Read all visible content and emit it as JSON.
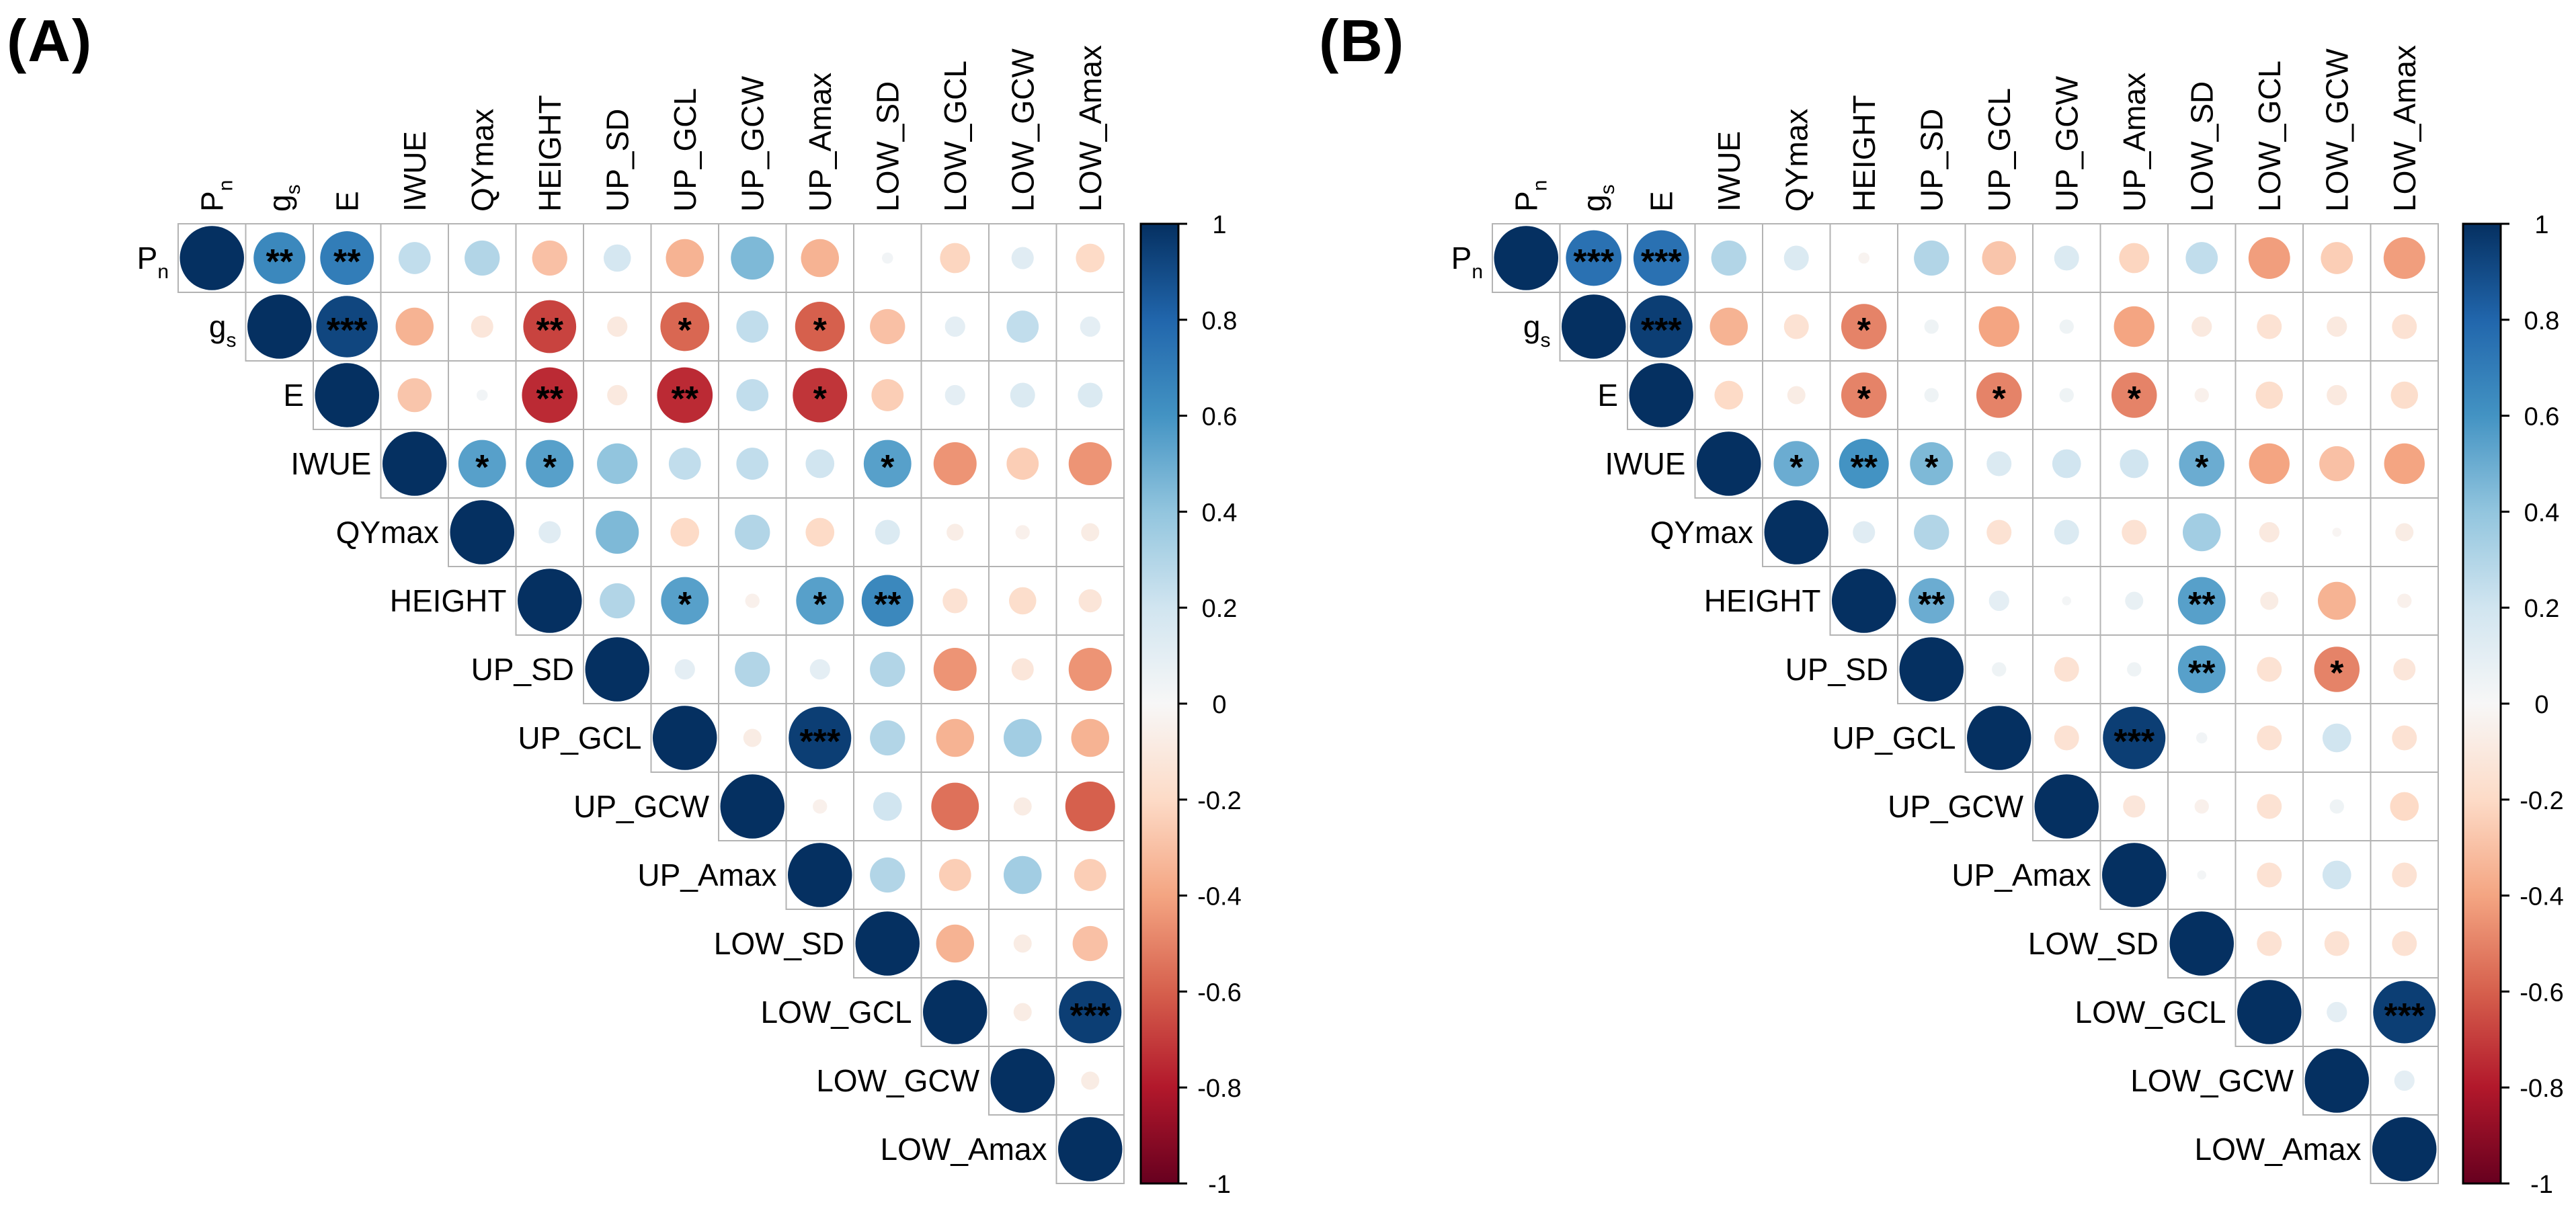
{
  "figure": {
    "background": "#ffffff",
    "grid_color": "#b3b3b3",
    "star_color": "#000000"
  },
  "panels": [
    {
      "id": "A",
      "title": "(A)"
    },
    {
      "id": "B",
      "title": "(B)"
    }
  ],
  "legend": {
    "position": "right",
    "range": [
      -1,
      1
    ],
    "ticks": [
      "1",
      "0.8",
      "0.6",
      "0.4",
      "0.2",
      "0",
      "-0.2",
      "-0.4",
      "-0.6",
      "-0.8",
      "-1"
    ]
  },
  "palette": [
    "#67001F",
    "#B2182B",
    "#D6604D",
    "#F4A582",
    "#FDDBC7",
    "#F7F7F7",
    "#D1E5F0",
    "#92C5DE",
    "#4393C3",
    "#2166AC",
    "#053061"
  ],
  "variables_display": [
    {
      "base": "P",
      "sub": "n"
    },
    {
      "base": "g",
      "sub": "s"
    },
    {
      "base": "E"
    },
    {
      "base": "IWUE"
    },
    {
      "base": "QYmax"
    },
    {
      "base": "HEIGHT"
    },
    {
      "base": "UP_SD"
    },
    {
      "base": "UP_GCL"
    },
    {
      "base": "UP_GCW"
    },
    {
      "base": "UP_Amax"
    },
    {
      "base": "LOW_SD"
    },
    {
      "base": "LOW_GCL"
    },
    {
      "base": "LOW_GCW"
    },
    {
      "base": "LOW_Amax"
    }
  ],
  "chart_data": [
    {
      "type": "heatmap",
      "subtype": "correlation-matrix-circles",
      "triangle": "upper",
      "title": "(A)",
      "variables": [
        "Pn",
        "gs",
        "E",
        "IWUE",
        "QYmax",
        "HEIGHT",
        "UP_SD",
        "UP_GCL",
        "UP_GCW",
        "UP_Amax",
        "LOW_SD",
        "LOW_GCL",
        "LOW_GCW",
        "LOW_Amax"
      ],
      "colorbar_range": [
        -1,
        1
      ],
      "values": [
        [
          1,
          0.65,
          0.7,
          0.25,
          0.3,
          -0.3,
          0.18,
          -0.35,
          0.45,
          -0.35,
          0.03,
          -0.22,
          0.12,
          -0.2
        ],
        [
          null,
          1,
          0.92,
          -0.35,
          -0.12,
          -0.68,
          -0.1,
          -0.58,
          0.25,
          -0.6,
          -0.3,
          0.1,
          0.25,
          0.1
        ],
        [
          null,
          null,
          1,
          -0.28,
          0.03,
          -0.75,
          -0.1,
          -0.75,
          0.25,
          -0.72,
          -0.25,
          0.1,
          0.15,
          0.15
        ],
        [
          null,
          null,
          null,
          1,
          0.55,
          0.55,
          0.4,
          0.25,
          0.25,
          0.2,
          0.55,
          -0.45,
          -0.25,
          -0.45
        ],
        [
          null,
          null,
          null,
          null,
          1,
          0.12,
          0.45,
          -0.2,
          0.3,
          -0.2,
          0.15,
          -0.07,
          -0.05,
          -0.08
        ],
        [
          null,
          null,
          null,
          null,
          null,
          1,
          0.3,
          0.55,
          -0.05,
          0.55,
          0.65,
          -0.15,
          -0.18,
          -0.13
        ],
        [
          null,
          null,
          null,
          null,
          null,
          null,
          1,
          0.1,
          0.3,
          0.1,
          0.3,
          -0.45,
          -0.12,
          -0.45
        ],
        [
          null,
          null,
          null,
          null,
          null,
          null,
          null,
          1,
          -0.08,
          0.95,
          0.3,
          -0.35,
          0.35,
          -0.35
        ],
        [
          null,
          null,
          null,
          null,
          null,
          null,
          null,
          null,
          1,
          -0.05,
          0.2,
          -0.55,
          -0.08,
          -0.6
        ],
        [
          null,
          null,
          null,
          null,
          null,
          null,
          null,
          null,
          null,
          1,
          0.3,
          -0.25,
          0.35,
          -0.25
        ],
        [
          null,
          null,
          null,
          null,
          null,
          null,
          null,
          null,
          null,
          null,
          1,
          -0.35,
          -0.08,
          -0.3
        ],
        [
          null,
          null,
          null,
          null,
          null,
          null,
          null,
          null,
          null,
          null,
          null,
          1,
          -0.08,
          0.95
        ],
        [
          null,
          null,
          null,
          null,
          null,
          null,
          null,
          null,
          null,
          null,
          null,
          null,
          1,
          -0.08
        ],
        [
          null,
          null,
          null,
          null,
          null,
          null,
          null,
          null,
          null,
          null,
          null,
          null,
          null,
          1
        ]
      ],
      "stars": {
        "0-1": "**",
        "0-2": "**",
        "1-2": "***",
        "1-5": "**",
        "1-7": "*",
        "1-9": "*",
        "2-5": "**",
        "2-7": "**",
        "2-9": "*",
        "3-4": "*",
        "3-5": "*",
        "3-10": "*",
        "5-7": "*",
        "5-9": "*",
        "5-10": "**",
        "7-9": "***",
        "11-13": "***"
      }
    },
    {
      "type": "heatmap",
      "subtype": "correlation-matrix-circles",
      "triangle": "upper",
      "title": "(B)",
      "variables": [
        "Pn",
        "gs",
        "E",
        "IWUE",
        "QYmax",
        "HEIGHT",
        "UP_SD",
        "UP_GCL",
        "UP_GCW",
        "UP_Amax",
        "LOW_SD",
        "LOW_GCL",
        "LOW_GCW",
        "LOW_Amax"
      ],
      "colorbar_range": [
        -1,
        1
      ],
      "values": [
        [
          1,
          0.75,
          0.75,
          0.3,
          0.15,
          -0.03,
          0.3,
          -0.28,
          0.15,
          -0.22,
          0.25,
          -0.42,
          -0.25,
          -0.42
        ],
        [
          null,
          1,
          0.95,
          -0.35,
          -0.15,
          -0.5,
          0.05,
          -0.4,
          0.05,
          -0.4,
          -0.1,
          -0.15,
          -0.1,
          -0.15
        ],
        [
          null,
          null,
          1,
          -0.2,
          -0.08,
          -0.5,
          0.05,
          -0.5,
          0.05,
          -0.5,
          -0.05,
          -0.18,
          -0.1,
          -0.18
        ],
        [
          null,
          null,
          null,
          1,
          0.5,
          0.6,
          0.45,
          0.15,
          0.2,
          0.2,
          0.5,
          -0.4,
          -0.3,
          -0.4
        ],
        [
          null,
          null,
          null,
          null,
          1,
          0.12,
          0.3,
          -0.15,
          0.15,
          -0.15,
          0.35,
          -0.1,
          -0.02,
          -0.08
        ],
        [
          null,
          null,
          null,
          null,
          null,
          1,
          0.5,
          0.1,
          0.02,
          0.08,
          0.55,
          -0.08,
          -0.35,
          -0.05
        ],
        [
          null,
          null,
          null,
          null,
          null,
          null,
          1,
          0.05,
          -0.15,
          0.05,
          0.55,
          -0.15,
          -0.5,
          -0.12
        ],
        [
          null,
          null,
          null,
          null,
          null,
          null,
          null,
          1,
          -0.15,
          0.95,
          0.03,
          -0.15,
          0.2,
          -0.15
        ],
        [
          null,
          null,
          null,
          null,
          null,
          null,
          null,
          null,
          1,
          -0.12,
          -0.05,
          -0.15,
          0.05,
          -0.2
        ],
        [
          null,
          null,
          null,
          null,
          null,
          null,
          null,
          null,
          null,
          1,
          0.02,
          -0.15,
          0.2,
          -0.15
        ],
        [
          null,
          null,
          null,
          null,
          null,
          null,
          null,
          null,
          null,
          null,
          1,
          -0.15,
          -0.15,
          -0.15
        ],
        [
          null,
          null,
          null,
          null,
          null,
          null,
          null,
          null,
          null,
          null,
          null,
          1,
          0.1,
          0.95
        ],
        [
          null,
          null,
          null,
          null,
          null,
          null,
          null,
          null,
          null,
          null,
          null,
          null,
          1,
          0.1
        ],
        [
          null,
          null,
          null,
          null,
          null,
          null,
          null,
          null,
          null,
          null,
          null,
          null,
          null,
          1
        ]
      ],
      "stars": {
        "0-1": "***",
        "0-2": "***",
        "1-2": "***",
        "1-5": "*",
        "2-5": "*",
        "2-7": "*",
        "2-9": "*",
        "3-4": "*",
        "3-5": "**",
        "3-6": "*",
        "3-10": "*",
        "5-6": "**",
        "5-10": "**",
        "6-10": "**",
        "6-12": "*",
        "7-9": "***",
        "11-13": "***"
      }
    }
  ]
}
